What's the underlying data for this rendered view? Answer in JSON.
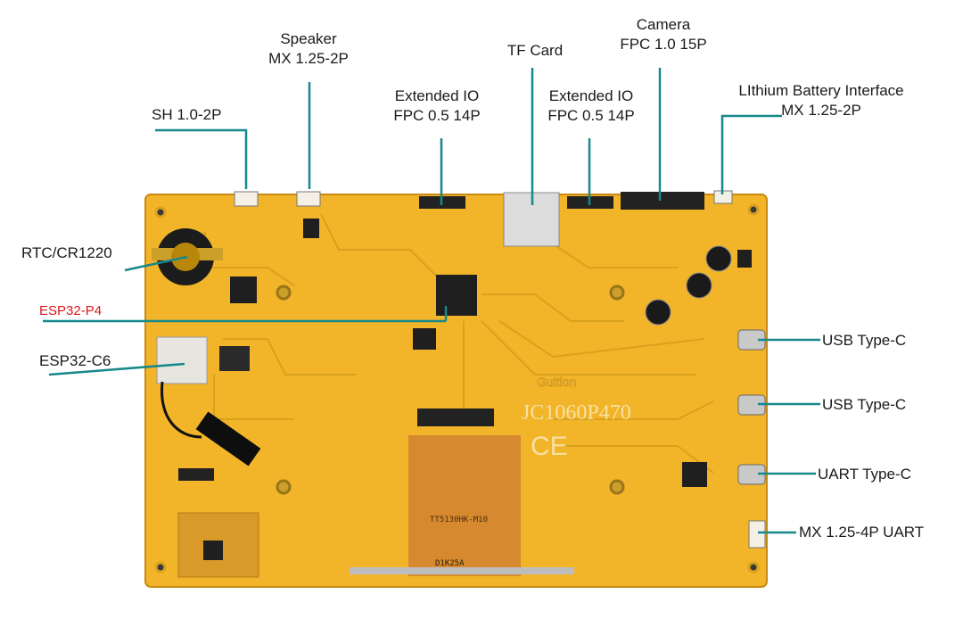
{
  "board": {
    "logo": "Guition",
    "model": "JC1060P470",
    "marks": "CE",
    "fpc_print_1": "TT5130HK-M10",
    "fpc_print_2": "D1K25A"
  },
  "labels": {
    "speaker": [
      "Speaker",
      "MX 1.25-2P"
    ],
    "tf_card": "TF Card",
    "camera": [
      "Camera",
      "FPC 1.0 15P"
    ],
    "ext_io_1": [
      "Extended IO",
      "FPC 0.5 14P"
    ],
    "ext_io_2": [
      "Extended IO",
      "FPC 0.5 14P"
    ],
    "battery": [
      "LIthium Battery Interface",
      "MX 1.25-2P"
    ],
    "sh": "SH 1.0-2P",
    "rtc": "RTC/CR1220",
    "esp32_p4": "ESP32-P4",
    "esp32_c6": "ESP32-C6",
    "usb1": "USB Type-C",
    "usb2": "USB Type-C",
    "uart_c": "UART Type-C",
    "mx_uart": "MX 1.25-4P UART"
  },
  "colors": {
    "board": "#f2b429",
    "board_edge": "#c98a12",
    "trace": "#d9a21c",
    "callout_line": "#17888b",
    "highlight": "#e0141a",
    "fpc": "#d6892e",
    "text": "#1a1a1a"
  }
}
